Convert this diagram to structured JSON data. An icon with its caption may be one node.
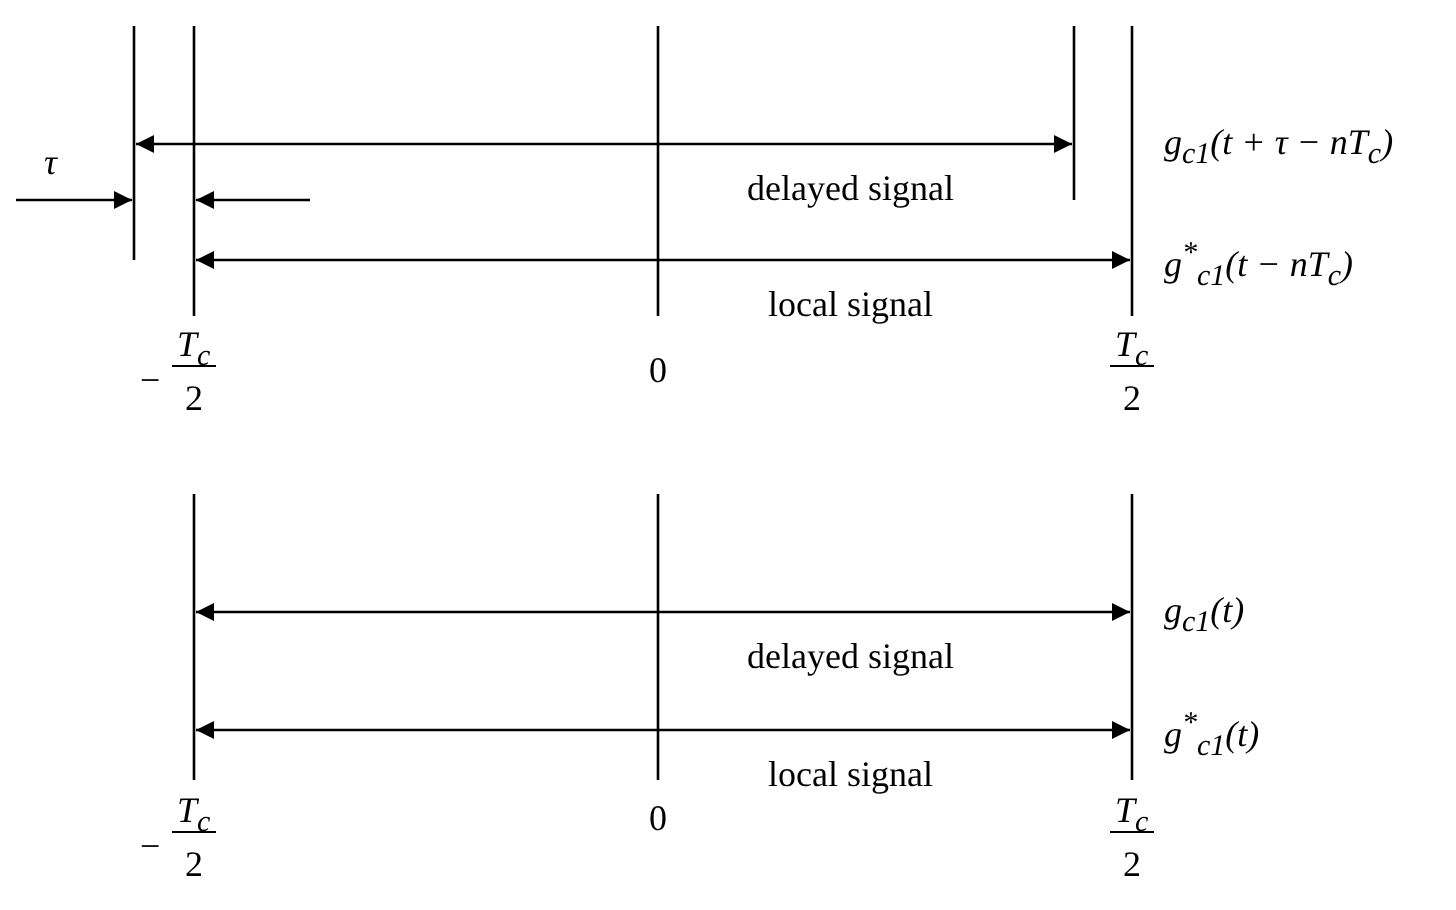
{
  "diagram": {
    "labels": [
      "τ",
      "g$_{c1}$(t + τ − nT$_{c}$)",
      "delayed signal",
      "g$^{*}$$_{c1}$(t − nT$_{c}$)",
      "local signal",
      "−",
      "T$_{c}$",
      "2",
      "0",
      "T$_{c}$",
      "2",
      "g$_{c1}$(t)",
      "delayed signal",
      "g$^{*}$$_{c1}$(t)",
      "local signal",
      "−",
      "T$_{c}$",
      "2",
      "0",
      "T$_{c}$",
      "2"
    ]
  }
}
